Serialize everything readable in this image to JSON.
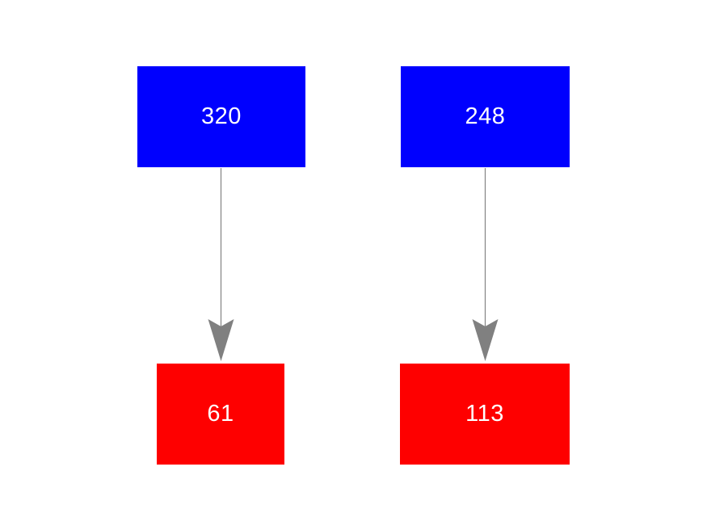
{
  "diagram": {
    "background": "#ffffff",
    "colors": {
      "source_node_fill": "#0000fe",
      "target_node_fill": "#fe0000",
      "node_text": "#ffffff",
      "arrow": "#808080"
    },
    "nodes": [
      {
        "id": "source-1",
        "role": "source",
        "label": "320"
      },
      {
        "id": "source-2",
        "role": "source",
        "label": "248"
      },
      {
        "id": "target-1",
        "role": "target",
        "label": "61"
      },
      {
        "id": "target-2",
        "role": "target",
        "label": "113"
      }
    ],
    "edges": [
      {
        "from": "320",
        "to": "61",
        "style": "straight-down-gray-dart-arrow"
      },
      {
        "from": "248",
        "to": "113",
        "style": "straight-down-gray-dart-arrow"
      }
    ]
  }
}
